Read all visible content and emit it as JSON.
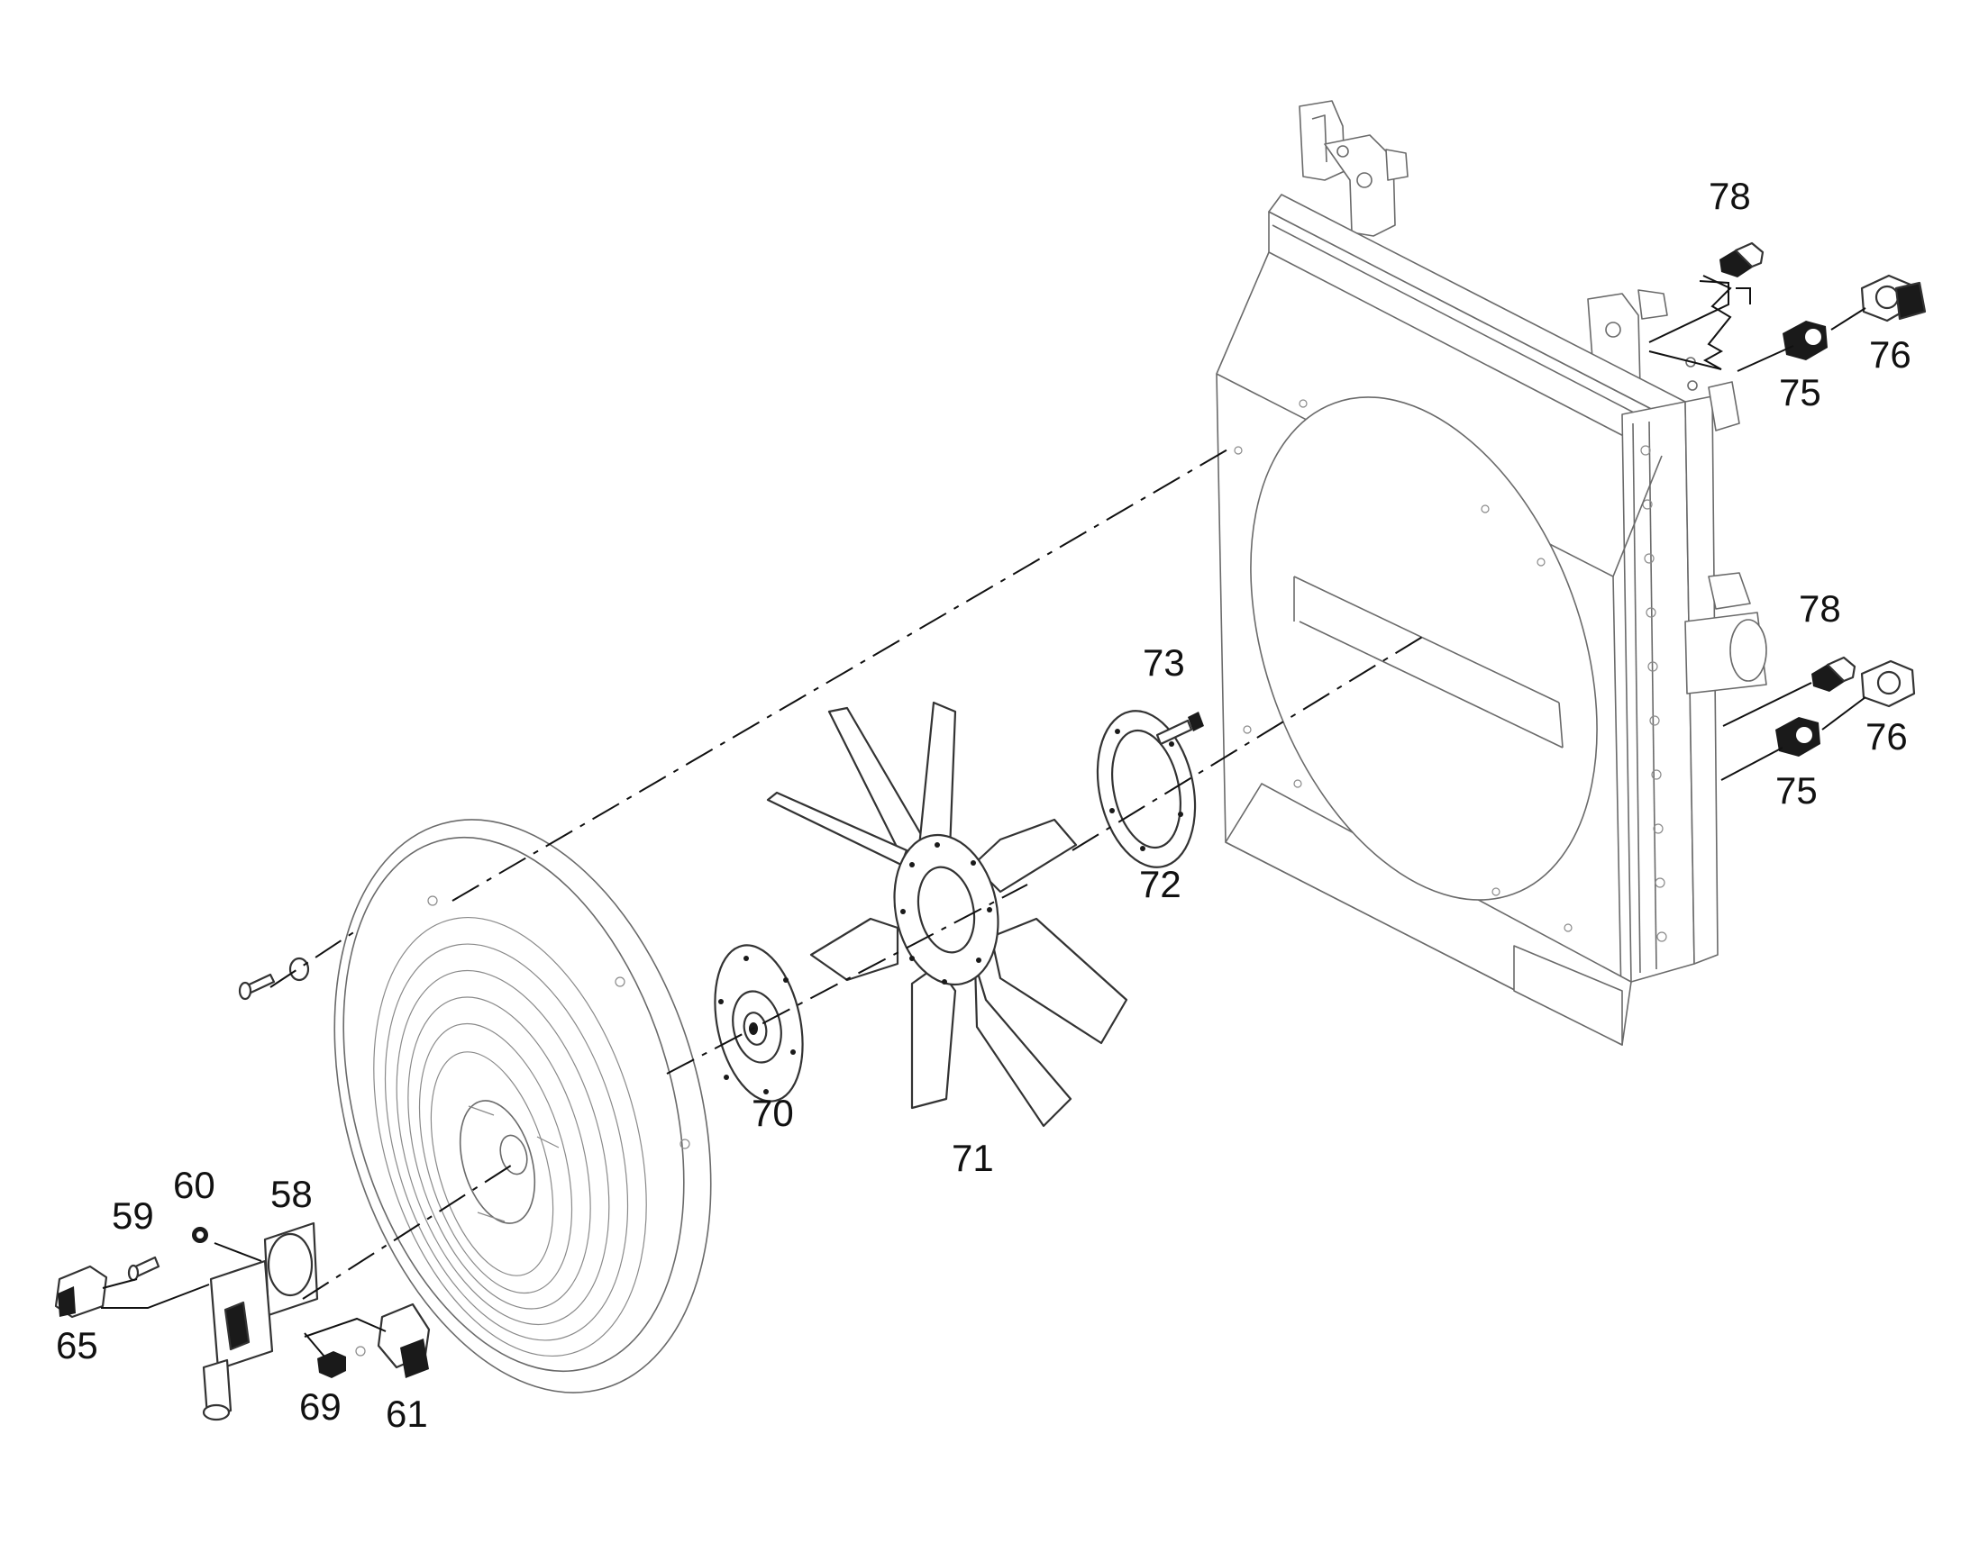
{
  "labels": {
    "p58": "58",
    "p59": "59",
    "p60": "60",
    "p61": "61",
    "p65": "65",
    "p69": "69",
    "p70": "70",
    "p71": "71",
    "p72": "72",
    "p73": "73",
    "p75_top": "75",
    "p75_bottom": "75",
    "p76_top": "76",
    "p76_bottom": "76",
    "p78_top": "78",
    "p78_bottom": "78"
  }
}
